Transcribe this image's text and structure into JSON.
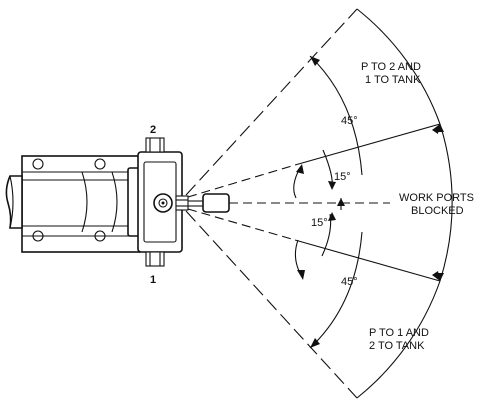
{
  "ports": {
    "port_2": "2",
    "port_1": "1"
  },
  "labels": {
    "upper_zone_line1": "P TO 2 AND",
    "upper_zone_line2": "1 TO TANK",
    "center_zone_line1": "WORK PORTS",
    "center_zone_line2": "BLOCKED",
    "lower_zone_line1": "P TO 1 AND",
    "lower_zone_line2": "2 TO TANK"
  },
  "angles": {
    "upper_outer": "45°",
    "upper_inner": "15°",
    "lower_inner": "15°",
    "lower_outer": "45°"
  }
}
